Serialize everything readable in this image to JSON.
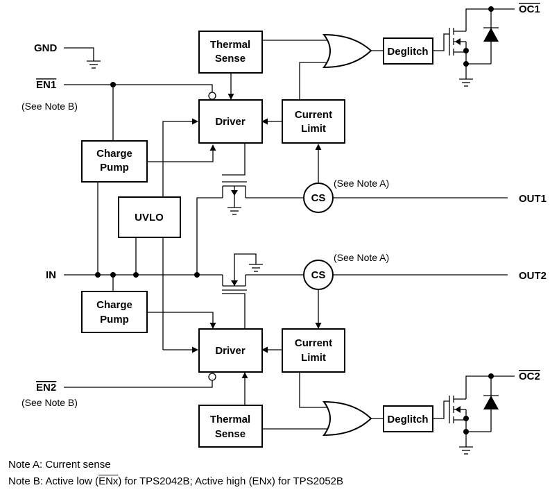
{
  "blocks": {
    "thermal1": [
      "Thermal",
      "Sense"
    ],
    "driver1": "Driver",
    "current_limit1": [
      "Current",
      "Limit"
    ],
    "deglitch1": "Deglitch",
    "charge_pump1": [
      "Charge",
      "Pump"
    ],
    "uvlo": "UVLO",
    "cs1": "CS",
    "cs2": "CS",
    "charge_pump2": [
      "Charge",
      "Pump"
    ],
    "driver2": "Driver",
    "current_limit2": [
      "Current",
      "Limit"
    ],
    "thermal2": [
      "Thermal",
      "Sense"
    ],
    "deglitch2": "Deglitch"
  },
  "pins": {
    "gnd": "GND",
    "en1": "EN1",
    "en2": "EN2",
    "in": "IN",
    "out1": "OUT1",
    "out2": "OUT2",
    "oc1": "OC1",
    "oc2": "OC2"
  },
  "annotations": {
    "see_note_b_1": "(See Note B)",
    "see_note_b_2": "(See Note B)",
    "see_note_a_1": "(See Note A)",
    "see_note_a_2": "(See Note A)"
  },
  "notes": {
    "note_a": "Note A: Current sense",
    "note_b_prefix": "Note B: Active low (",
    "note_b_enx_bar": "ENx",
    "note_b_mid": ") for TPS2042B; Active high (ENx) for TPS2052B"
  }
}
